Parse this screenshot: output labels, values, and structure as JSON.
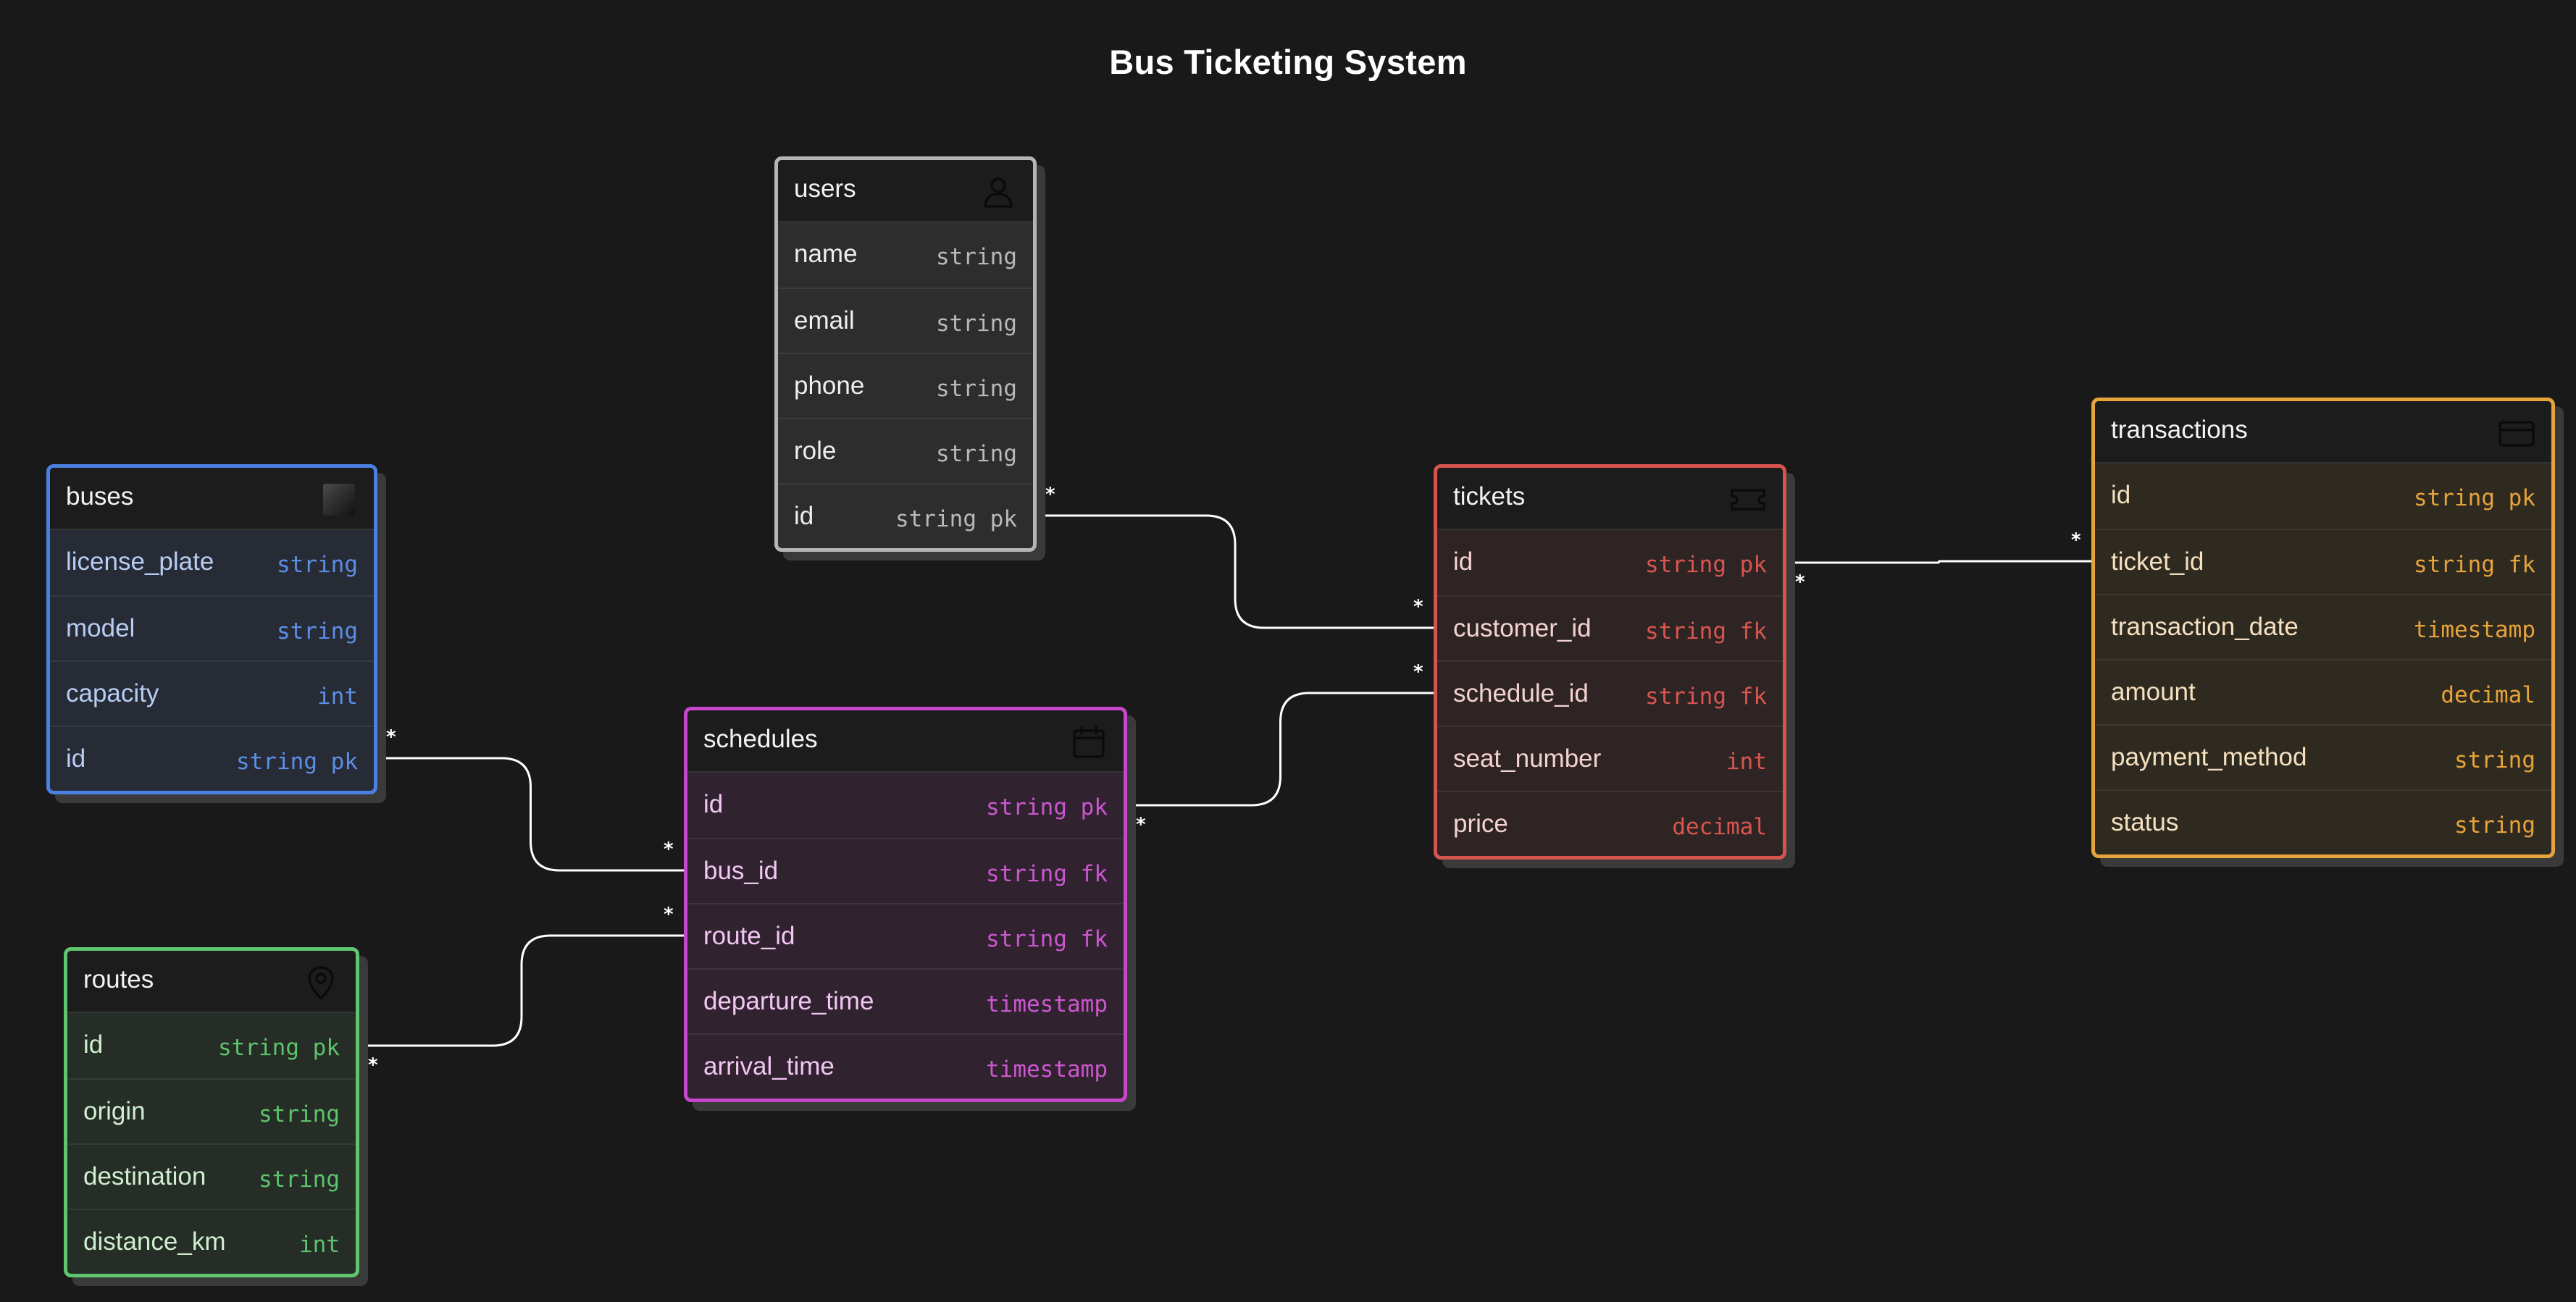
{
  "title": "Bus Ticketing System",
  "entities": [
    {
      "key": "users",
      "name": "users",
      "icon": "user-icon",
      "color": "#b5b5b5",
      "bg": "#2d2d2d",
      "fieldColor": "#eeeeee",
      "typeColor": "#b9b9b9",
      "fields": [
        {
          "name": "name",
          "type": "string"
        },
        {
          "name": "email",
          "type": "string"
        },
        {
          "name": "phone",
          "type": "string"
        },
        {
          "name": "role",
          "type": "string"
        },
        {
          "name": "id",
          "type": "string pk"
        }
      ]
    },
    {
      "key": "buses",
      "name": "buses",
      "icon": "bus-square-icon",
      "color": "#4a80e2",
      "bg": "#262b35",
      "fieldColor": "#b7cdf4",
      "typeColor": "#5b8ee6",
      "fields": [
        {
          "name": "license_plate",
          "type": "string"
        },
        {
          "name": "model",
          "type": "string"
        },
        {
          "name": "capacity",
          "type": "int"
        },
        {
          "name": "id",
          "type": "string pk"
        }
      ]
    },
    {
      "key": "schedules",
      "name": "schedules",
      "icon": "calendar-icon",
      "color": "#c646cc",
      "bg": "#30232f",
      "fieldColor": "#f1c6f2",
      "typeColor": "#cb57cf",
      "fields": [
        {
          "name": "id",
          "type": "string pk"
        },
        {
          "name": "bus_id",
          "type": "string fk"
        },
        {
          "name": "route_id",
          "type": "string fk"
        },
        {
          "name": "departure_time",
          "type": "timestamp"
        },
        {
          "name": "arrival_time",
          "type": "timestamp"
        }
      ]
    },
    {
      "key": "routes",
      "name": "routes",
      "icon": "map-pin-icon",
      "color": "#5fc66f",
      "bg": "#252d26",
      "fieldColor": "#cfeecf",
      "typeColor": "#5cc46d",
      "fields": [
        {
          "name": "id",
          "type": "string pk"
        },
        {
          "name": "origin",
          "type": "string"
        },
        {
          "name": "destination",
          "type": "string"
        },
        {
          "name": "distance_km",
          "type": "int"
        }
      ]
    },
    {
      "key": "tickets",
      "name": "tickets",
      "icon": "ticket-icon",
      "color": "#d5554e",
      "bg": "#2f2424",
      "fieldColor": "#f3d2cf",
      "typeColor": "#d8564f",
      "fields": [
        {
          "name": "id",
          "type": "string pk"
        },
        {
          "name": "customer_id",
          "type": "string fk"
        },
        {
          "name": "schedule_id",
          "type": "string fk"
        },
        {
          "name": "seat_number",
          "type": "int"
        },
        {
          "name": "price",
          "type": "decimal"
        }
      ]
    },
    {
      "key": "transactions",
      "name": "transactions",
      "icon": "credit-card-icon",
      "color": "#e8a43c",
      "bg": "#2f2a20",
      "fieldColor": "#f5e0c0",
      "typeColor": "#e7a23a",
      "fields": [
        {
          "name": "id",
          "type": "string pk"
        },
        {
          "name": "ticket_id",
          "type": "string fk"
        },
        {
          "name": "transaction_date",
          "type": "timestamp"
        },
        {
          "name": "amount",
          "type": "decimal"
        },
        {
          "name": "payment_method",
          "type": "string"
        },
        {
          "name": "status",
          "type": "string"
        }
      ]
    }
  ],
  "relations": [
    {
      "from": "users.id",
      "to": "tickets.customer_id",
      "from_card": "*",
      "to_card": "*"
    },
    {
      "from": "schedules.id",
      "to": "tickets.schedule_id",
      "from_card": "*",
      "to_card": "*"
    },
    {
      "from": "buses.id",
      "to": "schedules.bus_id",
      "from_card": "*",
      "to_card": "*"
    },
    {
      "from": "routes.id",
      "to": "schedules.route_id",
      "from_card": "*",
      "to_card": "*"
    },
    {
      "from": "tickets.id",
      "to": "transactions.ticket_id",
      "from_card": "*",
      "to_card": "*"
    }
  ]
}
